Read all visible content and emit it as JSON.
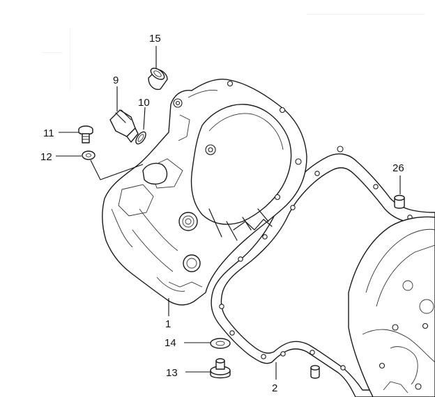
{
  "diagram": {
    "callouts": {
      "c15": "15",
      "c9": "9",
      "c10": "10",
      "c11": "11",
      "c12": "12",
      "c26": "26",
      "c1": "1",
      "c14": "14",
      "c13": "13",
      "c2": "2"
    },
    "parts": [
      "crankcase-cover",
      "cover-gasket",
      "oil-filler-cap",
      "o-ring",
      "plug",
      "washer",
      "dowel-pin",
      "drain-bolt",
      "bolt",
      "gasket-washer"
    ]
  }
}
